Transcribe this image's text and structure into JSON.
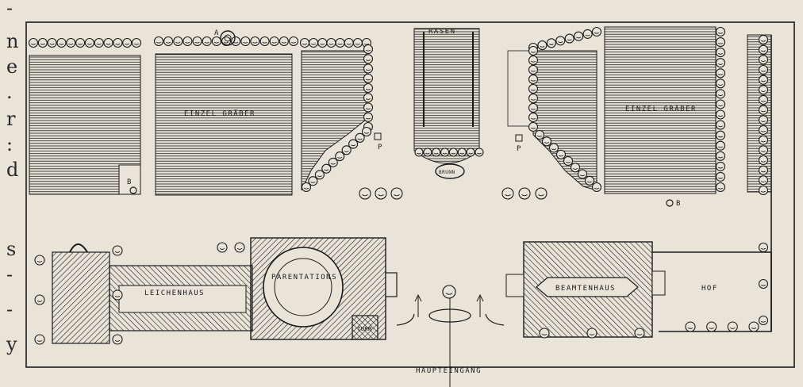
{
  "labels": {
    "rasen": "RASEN",
    "einzelgraeber_left": "EINZEL GRÄBER",
    "einzelgraeber_right": "EINZEL GRÄBER",
    "leichenhaus": "LEICHENHAUS",
    "brunnen": "BRUNN",
    "parentation": "PARENTATIONS",
    "turm": "TURM",
    "beamtenhaus": "BEAMTENHAUS",
    "hof": "HOF",
    "haupteingang": "HAUPTEINGANG",
    "marker_a": "A",
    "marker_b_left": "B",
    "marker_b_right": "B",
    "marker_p_left": "P",
    "marker_p_right": "P"
  },
  "margin_text": [
    "-",
    "n",
    "e",
    ".",
    "r",
    ":",
    "d",
    "s",
    "-",
    "-",
    "y"
  ],
  "colors": {
    "paper": "#e9e4d8",
    "ink": "#1a1a1a"
  }
}
